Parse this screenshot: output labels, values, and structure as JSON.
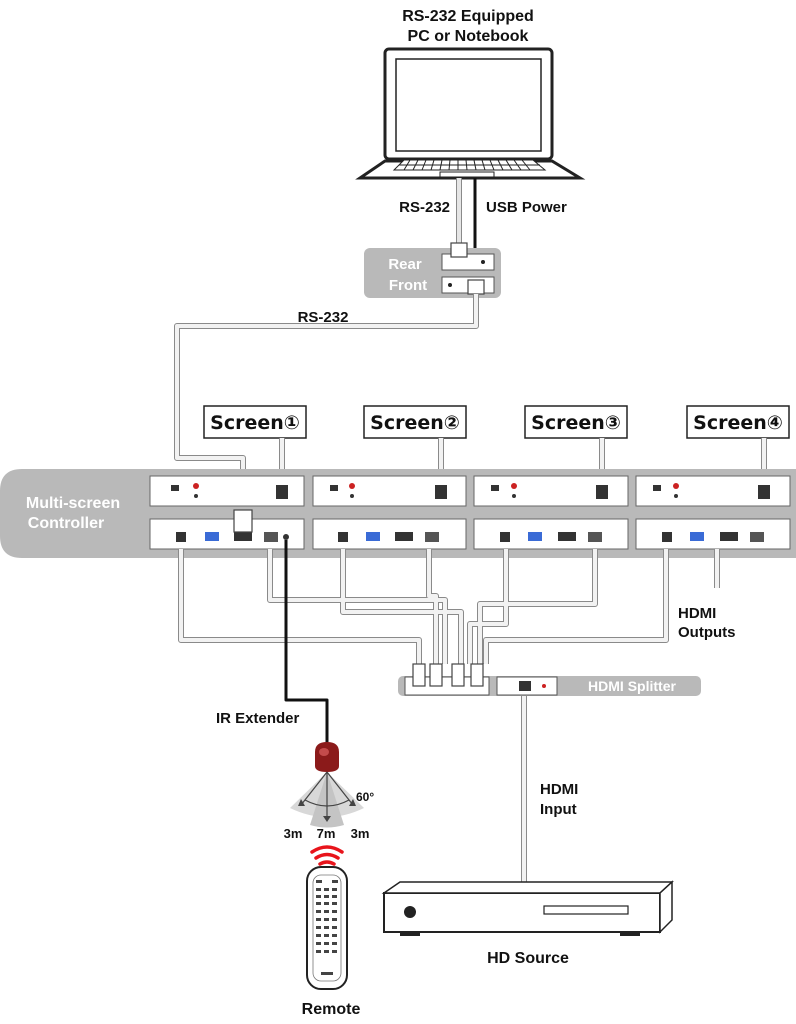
{
  "labels": {
    "pc_line1": "RS-232 Equipped",
    "pc_line2": "PC or Notebook",
    "rs232_top": "RS-232",
    "usb_power": "USB Power",
    "rear": "Rear",
    "front": "Front",
    "rs232_mid": "RS-232",
    "controller_line1": "Multi-screen",
    "controller_line2": "Controller",
    "hdmi_outputs_line1": "HDMI",
    "hdmi_outputs_line2": "Outputs",
    "hdmi_splitter": "HDMI Splitter",
    "ir_extender": "IR Extender",
    "angle": "60°",
    "dist_left": "3m",
    "dist_center": "7m",
    "dist_right": "3m",
    "hdmi_input_line1": "HDMI",
    "hdmi_input_line2": "Input",
    "hd_source": "HD Source",
    "remote": "Remote"
  },
  "screens": [
    {
      "label": "Screen①"
    },
    {
      "label": "Screen②"
    },
    {
      "label": "Screen③"
    },
    {
      "label": "Screen④"
    }
  ],
  "colors": {
    "controller_band": "#b9b9b9",
    "cable": "#e6e6e6",
    "cable_edge": "#8a8a8a",
    "ir_cable": "#111111",
    "ir_sensor": "#8b1a1a",
    "signal_red": "#e8141b"
  }
}
